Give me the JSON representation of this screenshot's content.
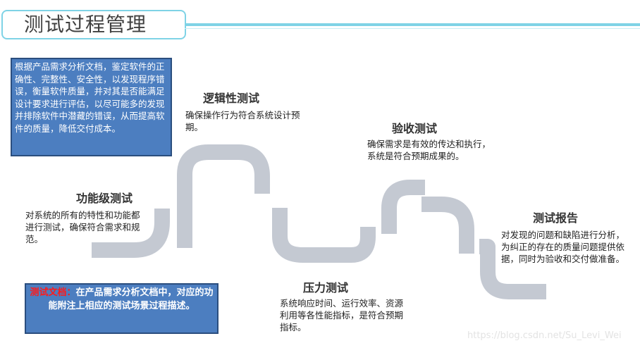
{
  "title": "测试过程管理",
  "intro": "根据产品需求分析文档，鉴定软件的正确性、完整性、安全性，以发现程序错误，衡量软件质量，并对其是否能满足设计要求进行评估，以尽可能多的发现并排除软件中潜藏的错误，从而提高软件的质量，降低交付成本。",
  "stages": [
    {
      "title": "功能级测试",
      "desc": "对系统的所有的特性和功能都进行测试，确保符合需求和规范。"
    },
    {
      "title": "逻辑性测试",
      "desc": "确保操作行为符合系统设计预期。"
    },
    {
      "title": "压力测试",
      "desc": "系统响应时间、运行效率、资源利用等各性能指标，是符合预期指标。"
    },
    {
      "title": "验收测试",
      "desc": "确保需求是有效的传达和执行，系统是符合预期成果的。"
    },
    {
      "title": "测试报告",
      "desc": "对发现的问题和缺陷进行分析，为纠正的存在的质量问题提供依据，同时为验收和交付做准备。"
    }
  ],
  "doc_note": {
    "label": "测试文档：",
    "text": "在产品需求分析文档中，对应的功能附注上相应的测试场景过程描述。"
  },
  "watermark": "https://blog.csdn.net/Su_Levi_Wei",
  "colors": {
    "pipe": "#c4c9d2",
    "box": "#4c7ec0",
    "accent_line": "#7fd3e6",
    "doc_label": "#ff1a1a"
  }
}
